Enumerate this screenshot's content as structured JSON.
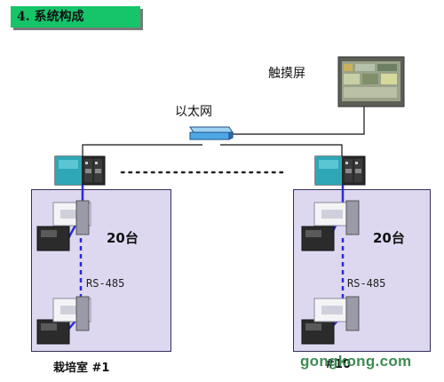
{
  "heading": "4. 系统构成",
  "touch_screen_label": "触摸屏",
  "ethernet_label": "以太网",
  "room_left": {
    "count_label": "20台",
    "bus_label": "RS-485",
    "footer_label": "栽培室 #1"
  },
  "room_right": {
    "count_label": "20台",
    "bus_label": "RS-485",
    "footer_label": "#10"
  },
  "watermark": "gongkong.com",
  "colors": {
    "heading_bg": "#16c46a",
    "room_bg": "#ddd8f0",
    "bus_line": "#2a2adc",
    "network_line": "#111111",
    "hub": "#4fa8e6",
    "plc_cpu": "#2fa6b6",
    "watermark": "#3d8c52"
  },
  "icons": [
    "touch-panel-icon",
    "ethernet-hub-icon",
    "plc-unit-icon",
    "controller-device-icon"
  ]
}
